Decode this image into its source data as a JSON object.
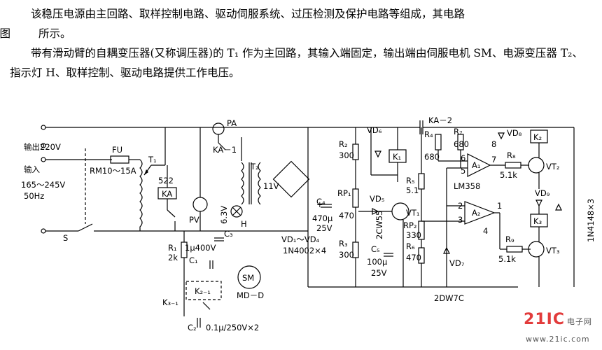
{
  "text": {
    "p1_a": "该稳压电源由主回路、取样控制电路、驱动伺服系统、过压检测及保护电路等组成，其电路",
    "p1_b": "如图",
    "p1_c": "所示。",
    "p2": "带有滑动臂的自耦变压器(又称调压器)的 T₁ 作为主回路，其输入端固定，输出端由伺服电机 SM、电源变压器 T₂、指示灯 H、取样控制、驱动电路提供工作电压。"
  },
  "labels": {
    "out220": "输出220V",
    "in": "输入",
    "inrange": "165～245V",
    "hz": "50Hz",
    "fu": "FU",
    "rm": "RM10～15A",
    "t1": "T₁",
    "t522": "522",
    "ka": "KA",
    "ka1": "KA－1",
    "pa": "PA",
    "pv": "PV",
    "v63": "6.3V",
    "h": "H",
    "t2": "T₂",
    "v11": "11V",
    "s": "S",
    "r1": "R₁",
    "r1v": "2k",
    "c3": "C₃",
    "c3v": "1μ400V",
    "c1": "C₁",
    "sm": "SM",
    "mdd": "MD－D",
    "k21": "K₂₋₁",
    "k31": "K₃₋₁",
    "c2": "C₂",
    "c2v": "0.1μ/250V×2",
    "c4": "C₄",
    "c4v": "470μ",
    "c4v2": "25V",
    "vd14": "VD₁～VD₄",
    "n4002": "1N4002×4",
    "r2": "R₂",
    "r2v": "300",
    "rp1": "RP₁",
    "rp1v": "470",
    "r3": "R₃",
    "r3v": "300",
    "vd6": "VD₆",
    "k1": "K₁",
    "vd5": "VD₅",
    "zcw": "2CW55",
    "c5": "C₅",
    "c5v": "100μ",
    "c5v2": "25V",
    "vt1": "VT₁",
    "ka2": "KA－2",
    "r4": "R₄",
    "r4v": "680",
    "r5": "R₅",
    "r5v": "5.1",
    "rp2": "RP₂",
    "rp2v": "330",
    "r6": "R₆",
    "r6v": "470",
    "r7": "R₇",
    "r7v": "680",
    "vd7": "VD₇",
    "dw7c": "2DW7C",
    "a1": "A₁",
    "a2": "A₂",
    "lm358": "LM358",
    "pin6": "6",
    "pin5": "5",
    "pin7": "7",
    "pin8": "8",
    "pin2": "2",
    "pin3": "3",
    "pin1": "1",
    "pin4": "4",
    "r8": "R₈",
    "r8v": "5.1k",
    "vt2": "VT₂",
    "vd8": "VD₈",
    "k2": "K₂",
    "vd9": "VD₉",
    "k3": "K₃",
    "n4148": "1N4148×3",
    "r9": "R₉",
    "r9v": "5.1k",
    "vt3": "VT₃",
    "plus": "+"
  },
  "watermark": {
    "brand": "21IC",
    "site": "电子网",
    "url": "www.21ic.com"
  }
}
